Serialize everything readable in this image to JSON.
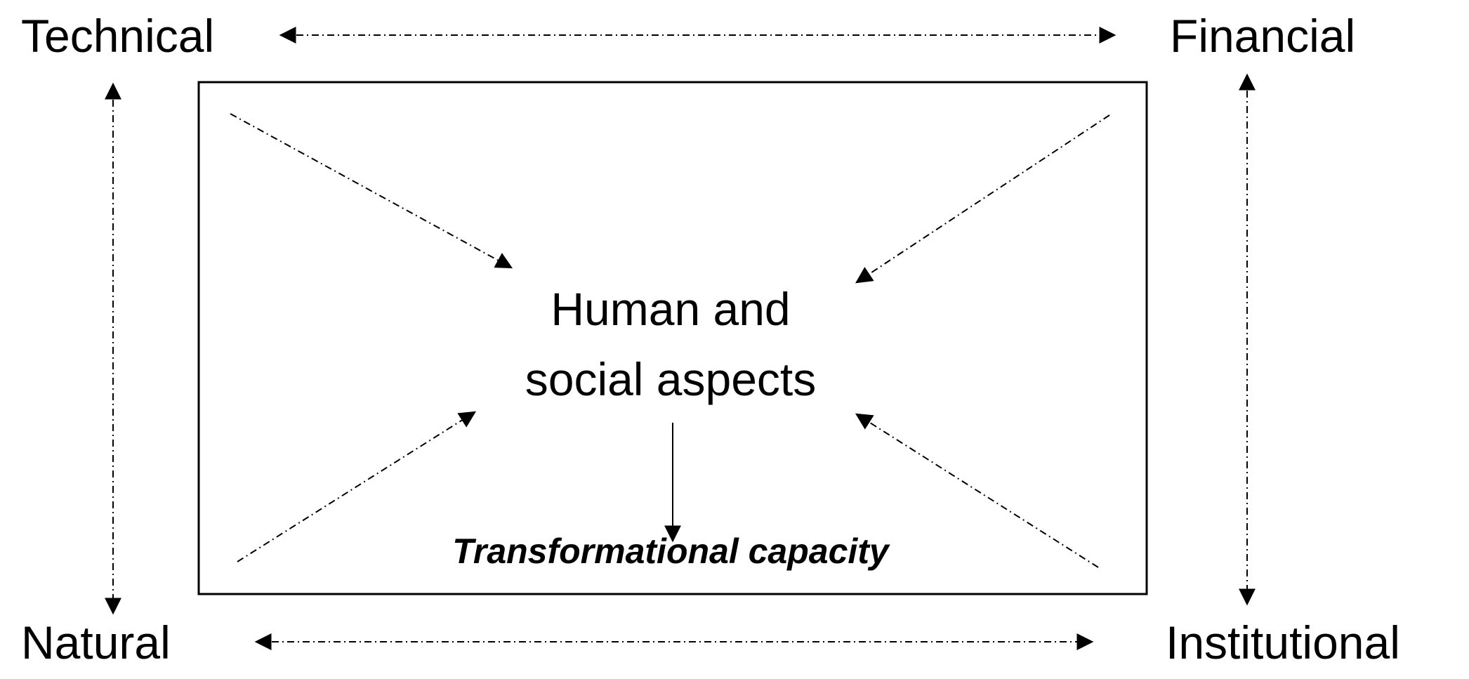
{
  "corners": {
    "technical": "Technical",
    "financial": "Financial",
    "natural": "Natural",
    "institutional": "Institutional"
  },
  "center": {
    "line1": "Human and",
    "line2": "social aspects"
  },
  "outcome": "Transformational  capacity",
  "colors": {
    "stroke": "#000000",
    "background": "#ffffff"
  }
}
